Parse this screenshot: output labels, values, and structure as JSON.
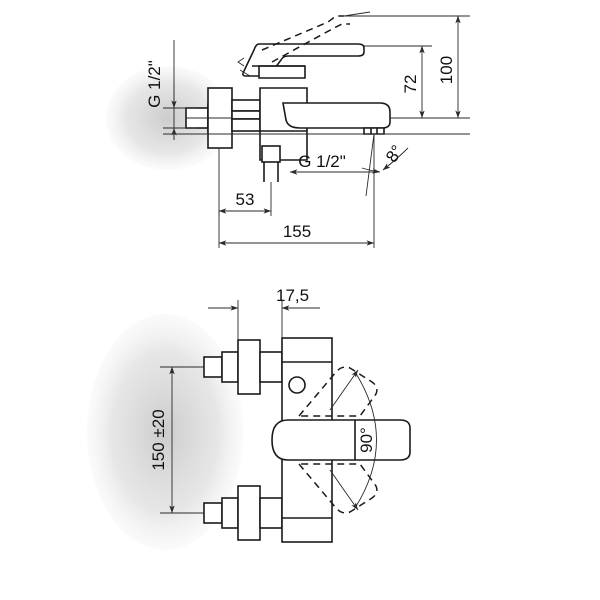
{
  "drawing": {
    "title": "Bath mixer tap technical drawing",
    "background_color": "#ffffff",
    "line_color": "#1a1a1a",
    "views": [
      {
        "name": "side-elevation",
        "labels": [
          {
            "id": "inlet_thread_left",
            "text": "G 1/2\"",
            "rotated": true
          },
          {
            "id": "height_spout",
            "text": "72",
            "rotated": true
          },
          {
            "id": "height_inlet",
            "text": "100",
            "rotated": true
          },
          {
            "id": "outlet_thread",
            "text": "G 1/2\"",
            "rotated": false
          },
          {
            "id": "spout_angle",
            "text": "8°",
            "rotated": true
          },
          {
            "id": "depth_body",
            "text": "53",
            "rotated": false
          },
          {
            "id": "length_total",
            "text": "155",
            "rotated": false
          }
        ]
      },
      {
        "name": "front-elevation",
        "labels": [
          {
            "id": "offset_wall",
            "text": "17,5",
            "rotated": false
          },
          {
            "id": "inlet_spacing",
            "text": "150 ±20",
            "rotated": true
          },
          {
            "id": "lever_swivel",
            "text": "90°",
            "rotated": true
          }
        ]
      }
    ]
  },
  "top_view": {
    "g_half_left": "G 1/2\"",
    "dim_72": "72",
    "dim_100": "100",
    "g_half_bottom": "G 1/2\"",
    "angle_8": "8°",
    "dim_53": "53",
    "dim_155": "155"
  },
  "bottom_view": {
    "dim_175": "17,5",
    "dim_150_tol": "150 ±20",
    "angle_90": "90°"
  }
}
